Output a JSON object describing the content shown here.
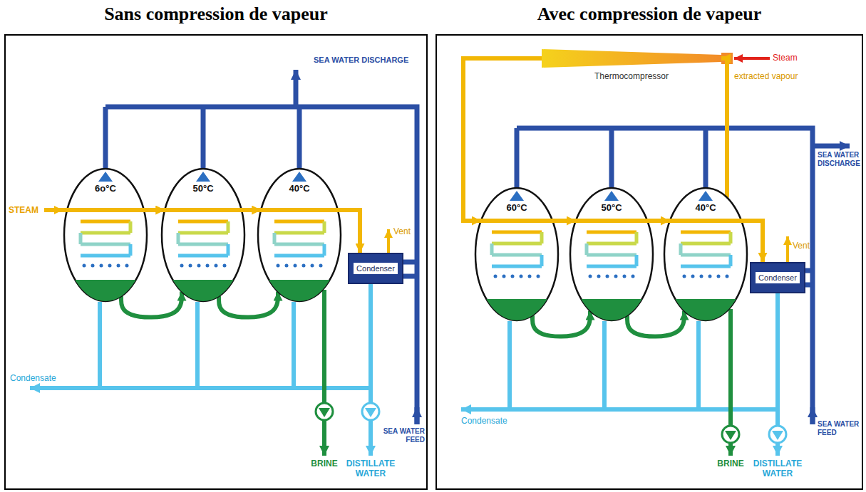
{
  "diagram": {
    "nodes": [
      {
        "text": [
          "Sans compression de vapeur"
        ]
      },
      {
        "text": [
          "6o°C"
        ],
        "in": 0
      },
      {
        "text": [
          "50°C"
        ],
        "in": 0
      },
      {
        "text": [
          "40°C"
        ],
        "in": 0
      },
      {
        "text": [
          "Condenser"
        ],
        "in": 0
      },
      {
        "text": [
          "Avec compression de vapeur"
        ]
      },
      {
        "text": [
          "Thermocompressor"
        ],
        "in": 5
      },
      {
        "text": [
          "60°C"
        ],
        "in": 5
      },
      {
        "text": [
          "50°C"
        ],
        "in": 5
      },
      {
        "text": [
          "40°C"
        ],
        "in": 5
      },
      {
        "text": [
          "Condenser"
        ],
        "in": 5
      }
    ],
    "edges": [
      {
        "from": 1,
        "to": 2,
        "arrow": "to"
      },
      {
        "from": 2,
        "to": 3,
        "arrow": "to"
      },
      {
        "from": 3,
        "to": 4,
        "arrow": "to"
      },
      {
        "from": 1,
        "to": 2,
        "arrow": "to"
      },
      {
        "from": 2,
        "to": 3,
        "arrow": "to"
      },
      {
        "from": 6,
        "to": 7,
        "arrow": "to"
      },
      {
        "from": 7,
        "to": 8,
        "arrow": "to"
      },
      {
        "from": 8,
        "to": 9,
        "arrow": "to"
      },
      {
        "from": 9,
        "to": 10,
        "arrow": "to"
      },
      {
        "from": 9,
        "to": 6,
        "label": "extracted vapour",
        "arrow": "to"
      },
      {
        "from": 7,
        "to": 8,
        "arrow": "to"
      },
      {
        "from": 8,
        "to": 9,
        "arrow": "to"
      }
    ],
    "labels": [
      "STEAM",
      "SEA WATER DISCHARGE",
      "Vent",
      "Condensate",
      "SEA WATER FEED",
      "BRINE",
      "DISTILLATE WATER",
      "Steam",
      "SEA WATER DISCHARGE",
      "Vent",
      "Condensate",
      "SEA WATER FEED",
      "BRINE",
      "DISTILLATE WATER"
    ]
  }
}
